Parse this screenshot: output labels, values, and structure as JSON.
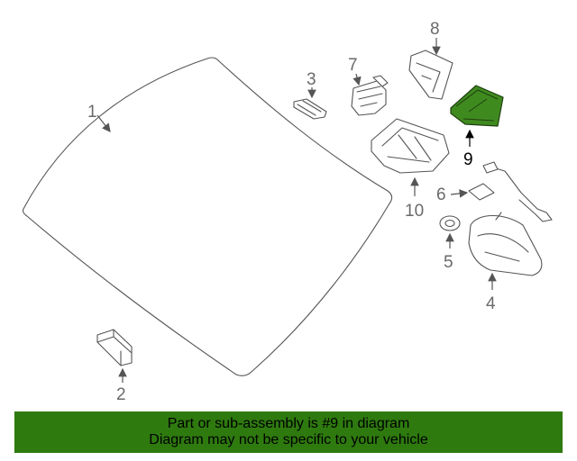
{
  "diagram": {
    "highlight_color": "#3f8a1f",
    "callouts": [
      "1",
      "2",
      "3",
      "4",
      "5",
      "6",
      "7",
      "8",
      "9",
      "10"
    ],
    "highlighted": "9"
  },
  "banner": {
    "background": "#2e7a0f",
    "line1": "Part or sub-assembly is #9 in diagram",
    "line2": "Diagram may not be specific to your vehicle"
  }
}
